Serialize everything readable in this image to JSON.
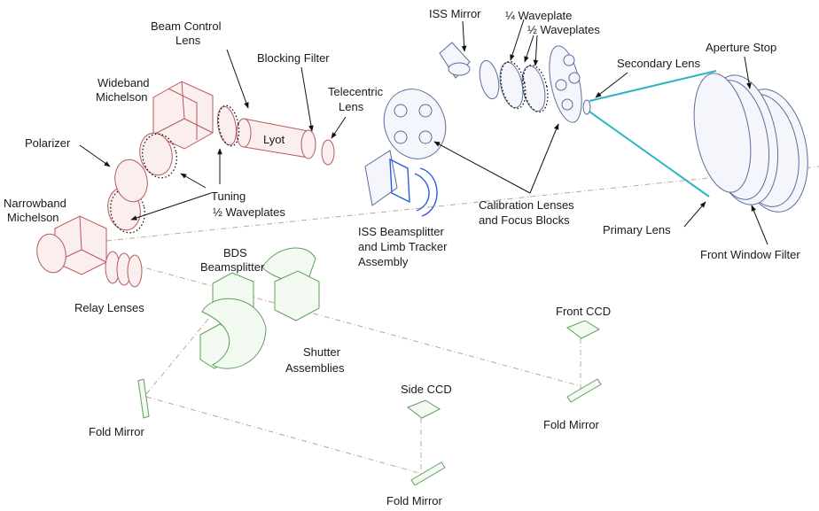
{
  "labels": {
    "iss_mirror": "ISS Mirror",
    "quarter_waveplate": "¼ Waveplate",
    "half_waveplates_top": "½ Waveplates",
    "aperture_stop": "Aperture Stop",
    "beam_control_lens_1": "Beam Control",
    "beam_control_lens_2": "Lens",
    "blocking_filter": "Blocking Filter",
    "secondary_lens": "Secondary Lens",
    "wideband_michelson_1": "Wideband",
    "wideband_michelson_2": "Michelson",
    "telecentric_lens_1": "Telecentric",
    "telecentric_lens_2": "Lens",
    "lyot": "Lyot",
    "polarizer": "Polarizer",
    "tuning_1": "Tuning",
    "tuning_2": "½ Waveplates",
    "narrowband_michelson_1": "Narrowband",
    "narrowband_michelson_2": "Michelson",
    "calibration_1": "Calibration Lenses",
    "calibration_2": "and Focus Blocks",
    "primary_lens": "Primary Lens",
    "front_window_filter": "Front Window Filter",
    "iss_beamsplitter_1": "ISS Beamsplitter",
    "iss_beamsplitter_2": "and Limb Tracker",
    "iss_beamsplitter_3": "Assembly",
    "bds_beamsplitter_1": "BDS",
    "bds_beamsplitter_2": "Beamsplitter",
    "relay_lenses": "Relay Lenses",
    "front_ccd": "Front CCD",
    "shutter_1": "Shutter",
    "shutter_2": "Assemblies",
    "fold_mirror_left": "Fold Mirror",
    "fold_mirror_right": "Fold Mirror",
    "side_ccd": "Side CCD",
    "fold_mirror_bottom": "Fold Mirror"
  },
  "colors": {
    "optics": "#b45a5a",
    "iss_assembly": "#2a5fd6",
    "bds_shutters_ccds": "#5f9e5a",
    "primary_rays": "#2bb6c2",
    "optical_axis": "#c9a489"
  }
}
